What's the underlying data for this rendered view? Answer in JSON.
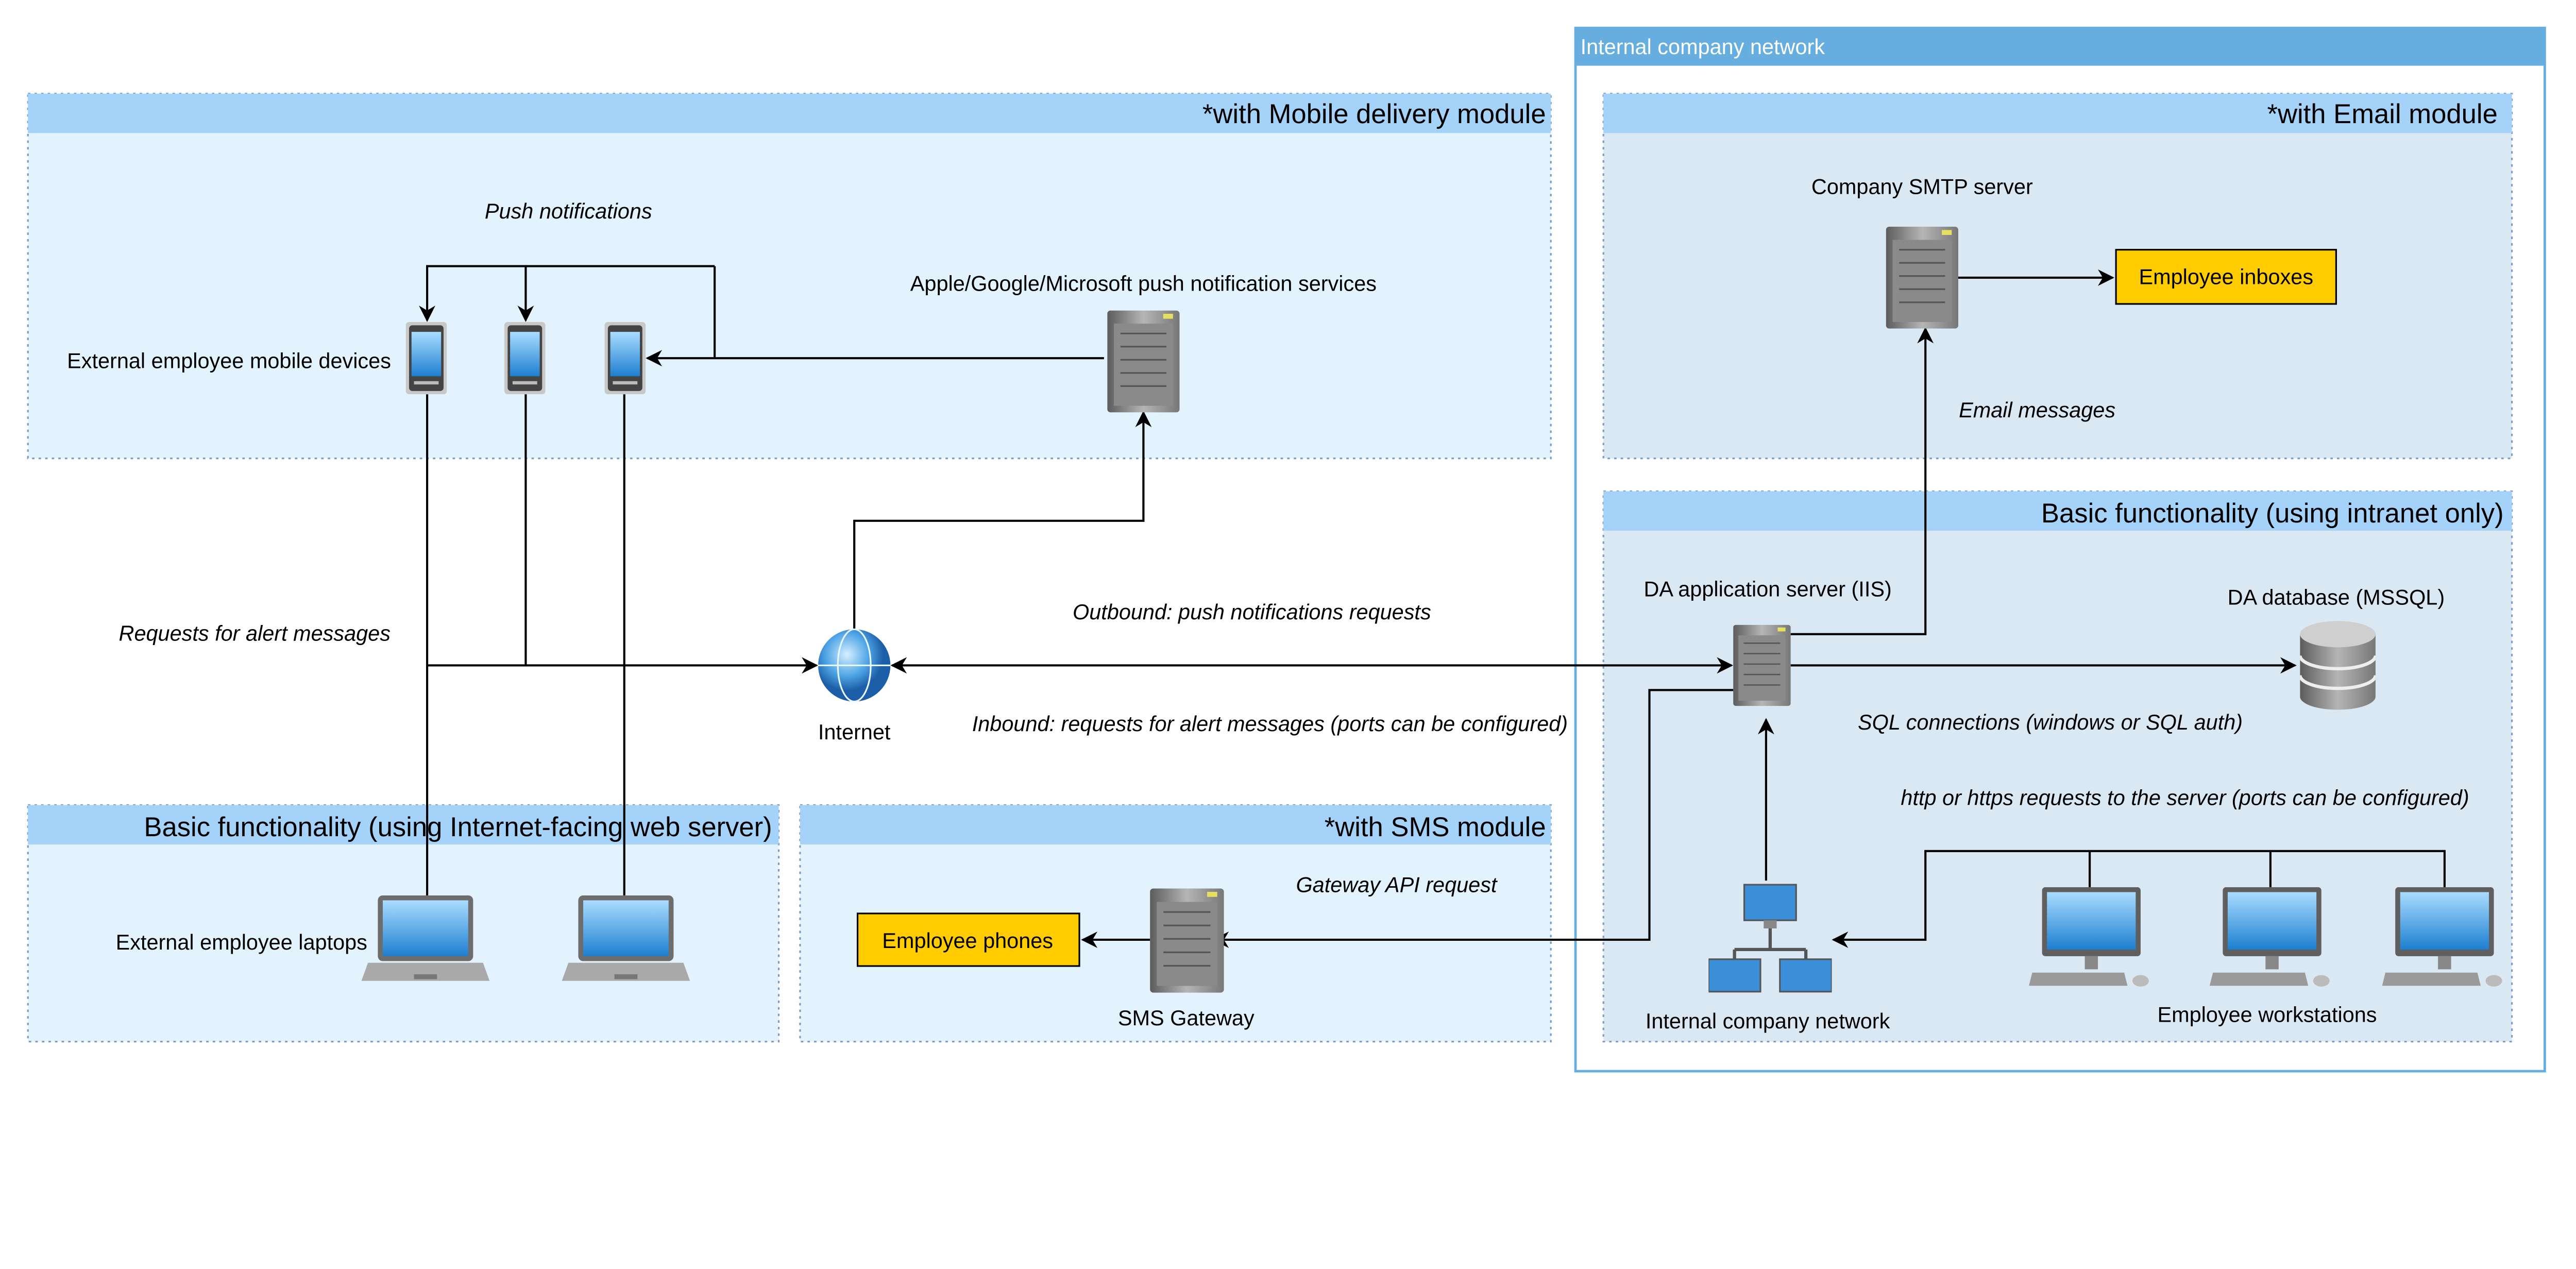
{
  "groups": {
    "internal_network": "Internal company network",
    "mobile": "*with Mobile delivery module",
    "email": "*with Email module",
    "intranet": "Basic functionality (using intranet only)",
    "internet": "Basic functionality (using Internet-facing web server)",
    "sms": "*with SMS module"
  },
  "nodes": {
    "mobile_devices": "External employee mobile devices",
    "push_services": "Apple/Google/Microsoft push notification services",
    "smtp": "Company SMTP server",
    "inboxes": "Employee inboxes",
    "da_server": "DA application server (IIS)",
    "da_db": "DA database (MSSQL)",
    "internet": "Internet",
    "laptops": "External employee laptops",
    "sms_gateway": "SMS Gateway",
    "phones": "Employee phones",
    "internal_net": "Internal company network",
    "workstations": "Employee workstations"
  },
  "edges": {
    "push": "Push notifications",
    "email_msgs": "Email messages",
    "outbound": "Outbound: push notifications requests",
    "requests": "Requests for alert messages",
    "inbound": "Inbound: requests for alert messages (ports can be configured)",
    "sql": "SQL connections (windows or SQL auth)",
    "http": "http or https requests to the server (ports can be configured)",
    "gateway": "Gateway API request"
  },
  "colors": {
    "highlight_box": "#ffcc00",
    "group_header": "#a5d2f8",
    "internal_network_border": "#66aee0"
  }
}
